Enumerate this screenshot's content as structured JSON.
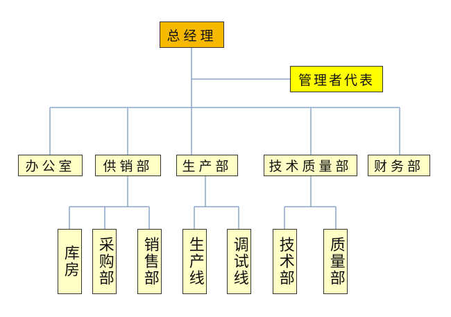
{
  "chart": {
    "root": "总经理",
    "representative": "管理者代表",
    "departments": [
      "办公室",
      "供销部",
      "生产部",
      "技术质量部",
      "财务部"
    ],
    "sub_units": {
      "supply_sales": [
        "库房",
        "采购部",
        "销售部"
      ],
      "production": [
        "生产线",
        "调试线"
      ],
      "tech_quality": [
        "技术部",
        "质量部"
      ]
    }
  },
  "colors": {
    "root_fill": "#f7b900",
    "representative_fill": "#ffff00",
    "box_fill": "#ffffc6",
    "connector": "#8aa4c8"
  }
}
